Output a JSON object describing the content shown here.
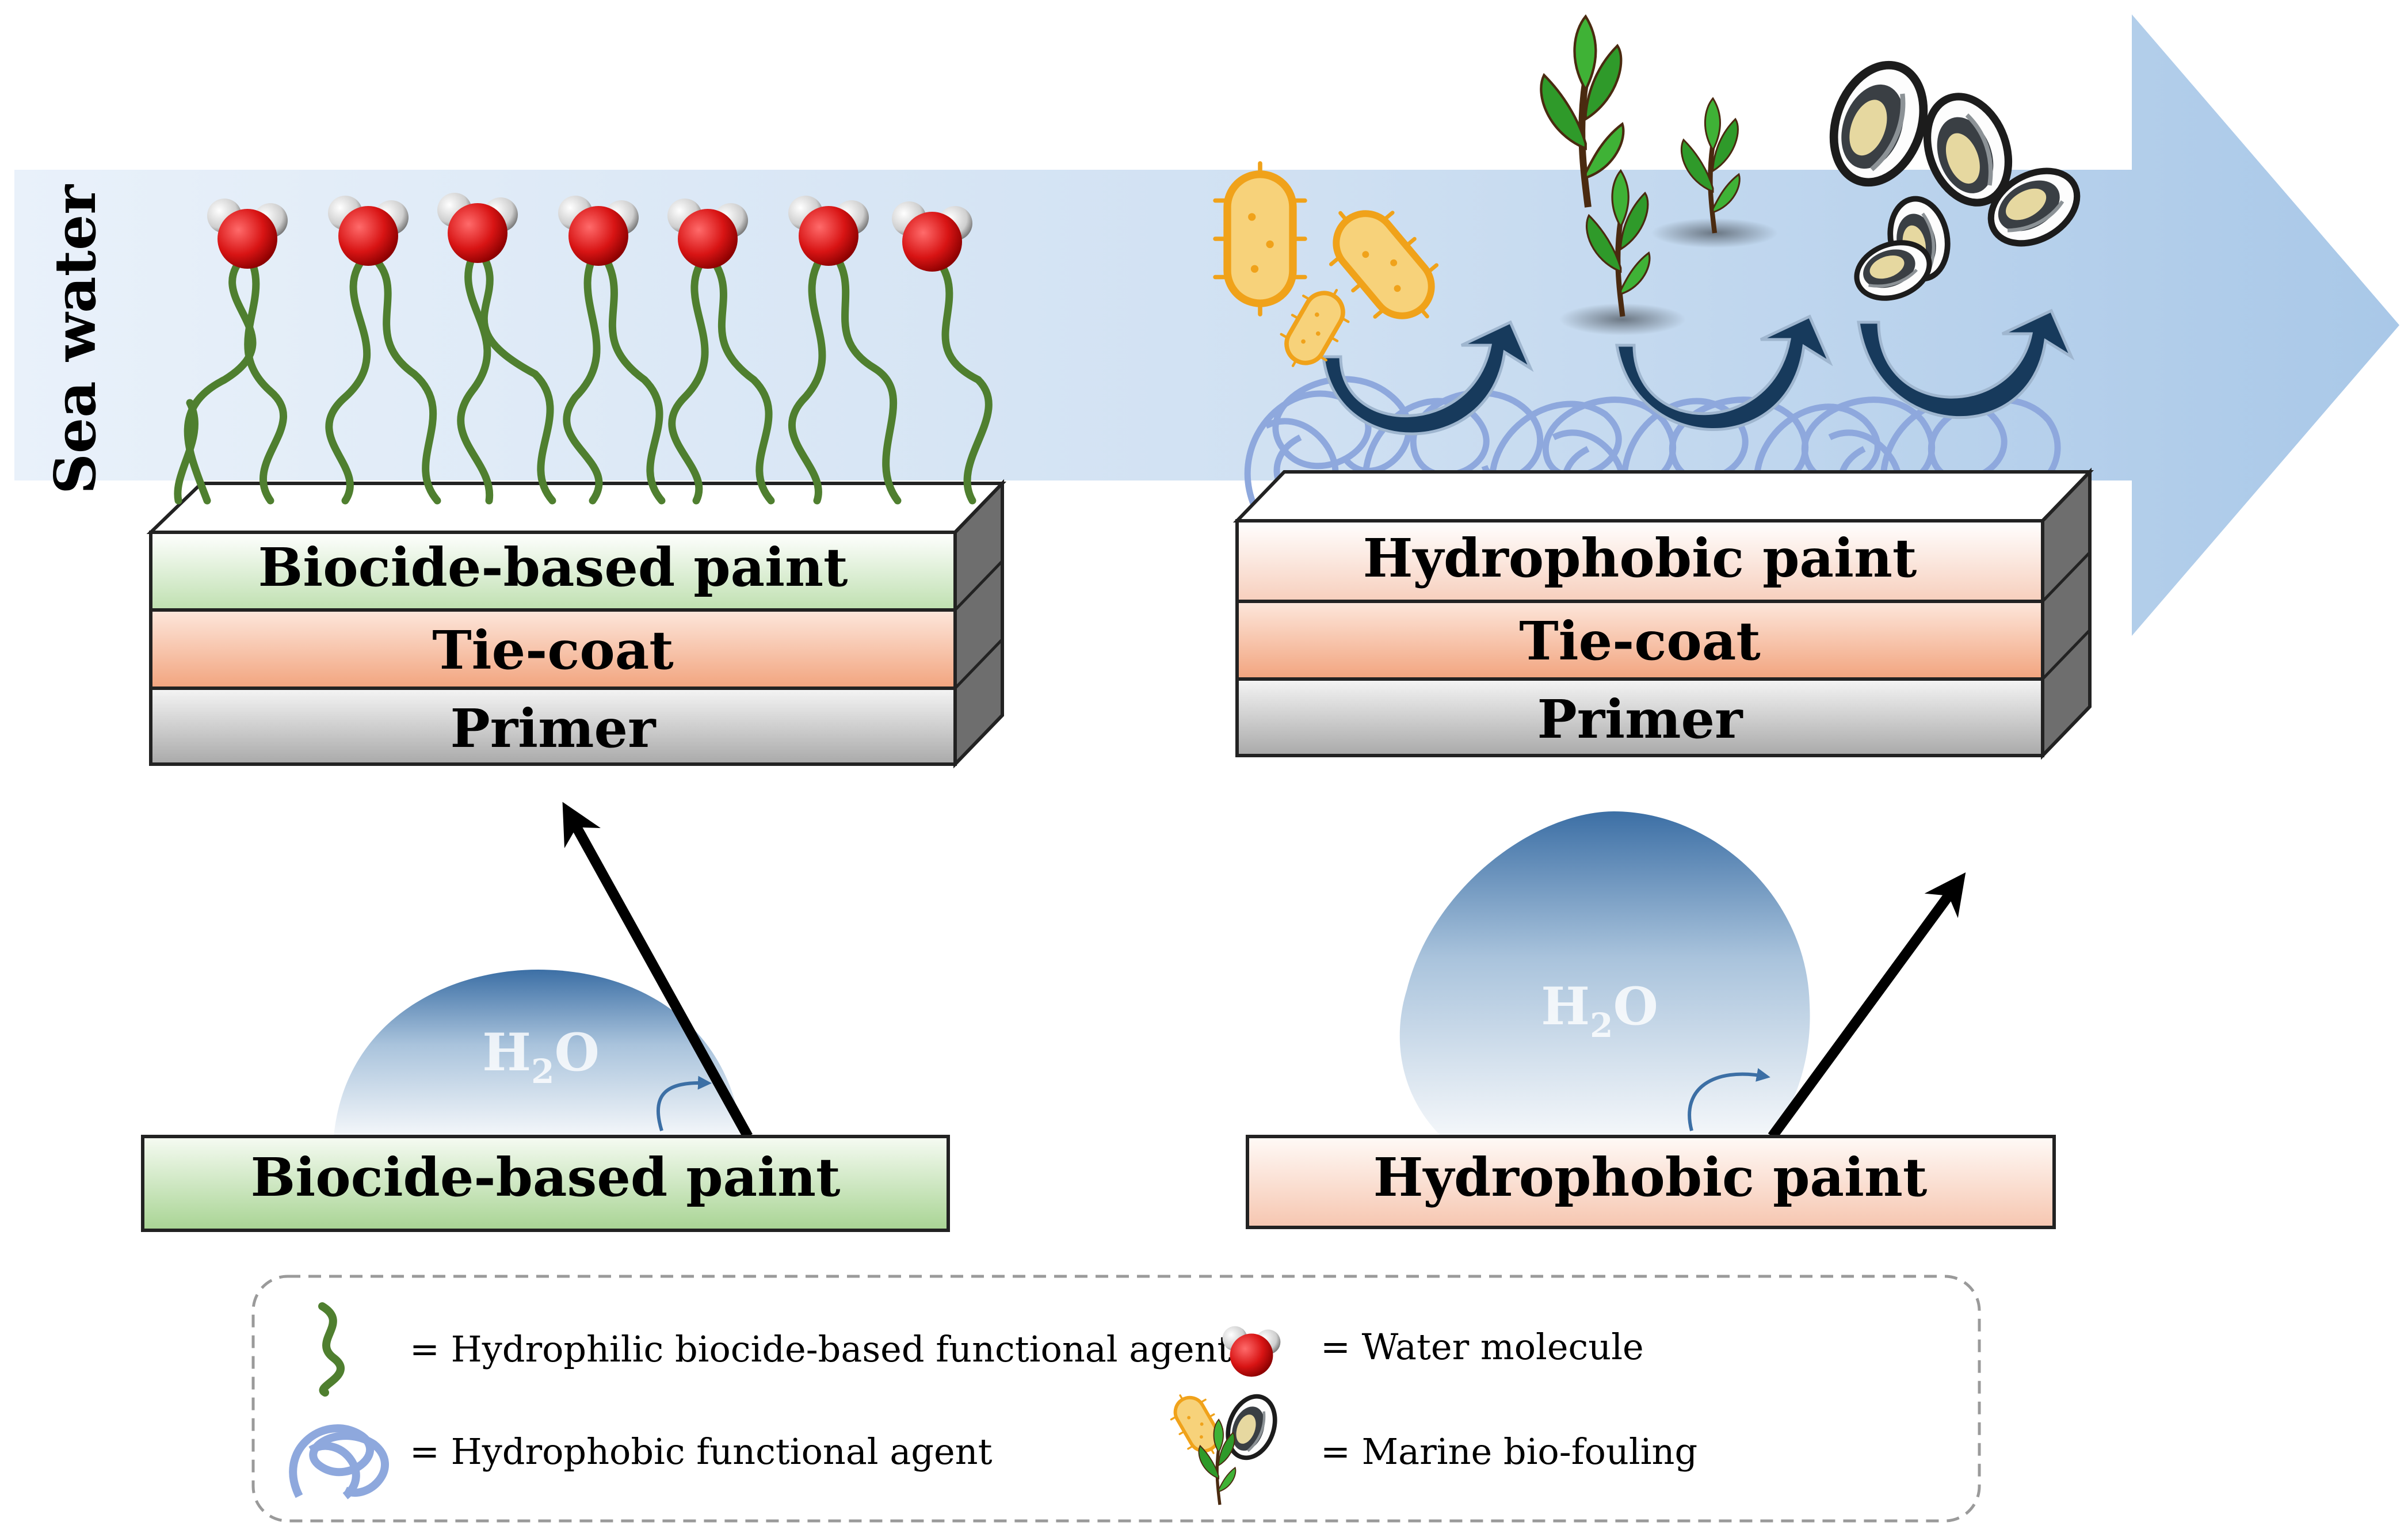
{
  "figure": {
    "side_label": "Sea water",
    "left_stack": {
      "top": "Biocide-based paint",
      "middle": "Tie-coat",
      "bottom": "Primer"
    },
    "right_stack": {
      "top": "Hydrophobic paint",
      "middle": "Tie-coat",
      "bottom": "Primer"
    },
    "left_droplet": {
      "label": "H",
      "sub": "2",
      "label_end": "O",
      "surface": "Biocide-based paint"
    },
    "right_droplet": {
      "label": "H",
      "sub": "2",
      "label_end": "O",
      "surface": "Hydrophobic paint"
    },
    "legend": {
      "hydrophilic_agent": "= Hydrophilic biocide-based functional agent",
      "water_molecule": "= Water molecule",
      "hydrophobic_agent": "= Hydrophobic functional agent",
      "marine_biofouling": "= Marine bio-fouling"
    }
  },
  "colors": {
    "sea_arrow": "#b8d3ec",
    "chain_green": "#4f7f2f",
    "coil_blue": "#8ea8dd",
    "oxygen_red": "#d81414",
    "droplet_blue": "#3c6fa5",
    "curl_arrow": "#173a5c",
    "bacteria_orange": "#f0a21a",
    "algae_green": "#2f9a2a",
    "biocide_green": "#bfe0b0",
    "tiecoat_orange": "#f2a47e",
    "hydrophobic_peach": "#f7cfbd",
    "primer_gray": "#a9a9a9"
  }
}
